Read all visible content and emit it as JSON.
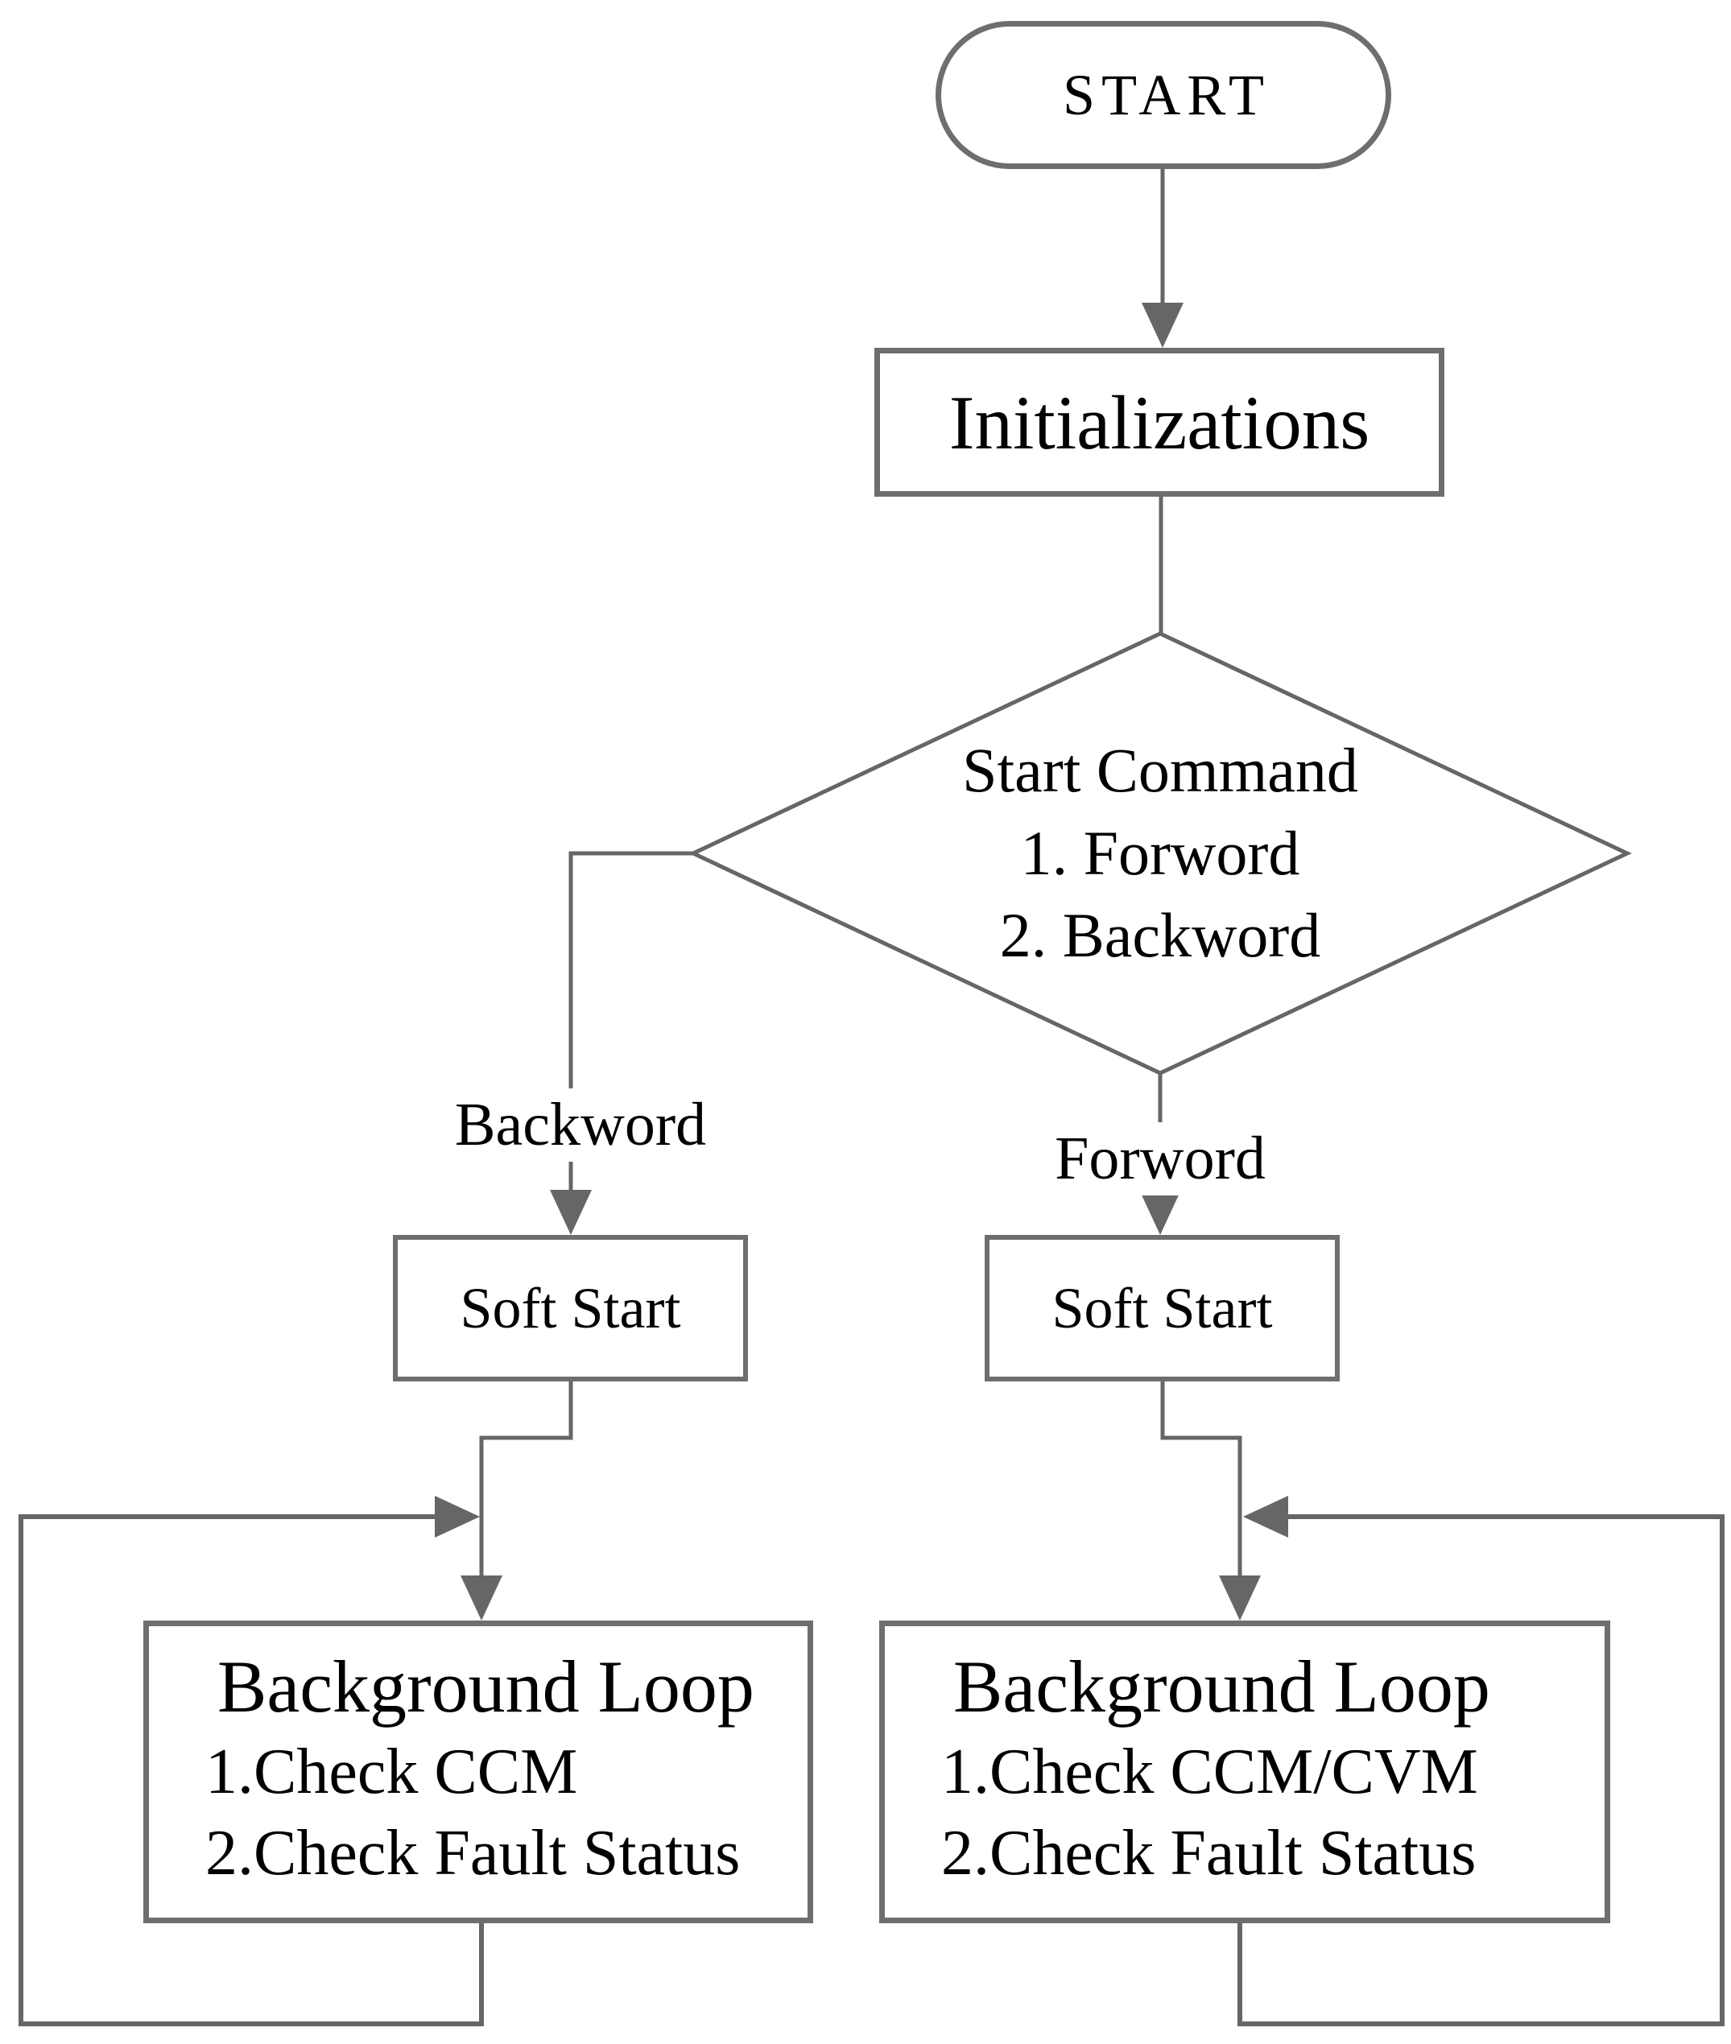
{
  "flowchart": {
    "start": {
      "label": "START"
    },
    "init": {
      "label": "Initializations"
    },
    "decision": {
      "title": "Start Command",
      "options": [
        "1. Forword",
        "2. Backword"
      ]
    },
    "branches": {
      "left_label": "Backword",
      "right_label": "Forword"
    },
    "soft_start_left": {
      "label": "Soft Start"
    },
    "soft_start_right": {
      "label": "Soft Start"
    },
    "loop_left": {
      "title": "Background Loop",
      "items": [
        "1.Check CCM",
        "2.Check Fault Status"
      ]
    },
    "loop_right": {
      "title": "Background Loop",
      "items": [
        "1.Check CCM/CVM",
        "2.Check Fault Status"
      ]
    },
    "colors": {
      "line": "#666666",
      "box_border": "#6e6e6e",
      "text": "#000000",
      "background": "#ffffff"
    }
  }
}
